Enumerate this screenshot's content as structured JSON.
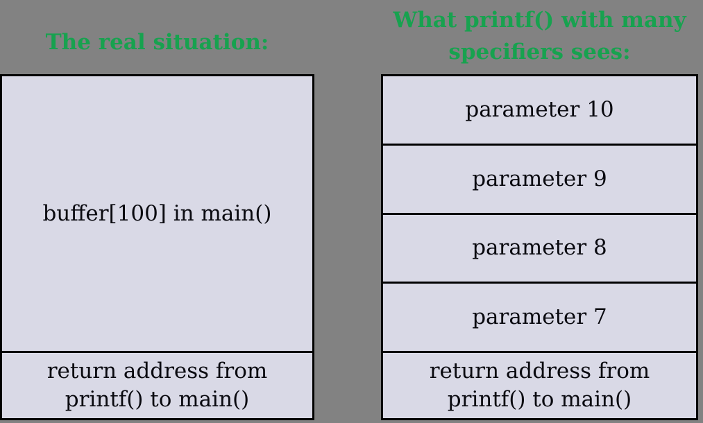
{
  "titles": {
    "left": "The real situation:",
    "right_line1": "What printf() with many",
    "right_line2": "specifiers sees:"
  },
  "real_stack": {
    "cells": [
      {
        "label": "buffer[100] in main()"
      },
      {
        "label": "return address from printf() to main()"
      }
    ]
  },
  "printf_view_stack": {
    "cells": [
      {
        "label": "parameter 10"
      },
      {
        "label": "parameter 9"
      },
      {
        "label": "parameter 8"
      },
      {
        "label": "parameter 7"
      },
      {
        "label": "return address from printf() to main()"
      }
    ]
  },
  "colors": {
    "background": "#828282",
    "box_fill": "#d9d9e6",
    "title_green": "#17a24f",
    "border": "#000000"
  }
}
